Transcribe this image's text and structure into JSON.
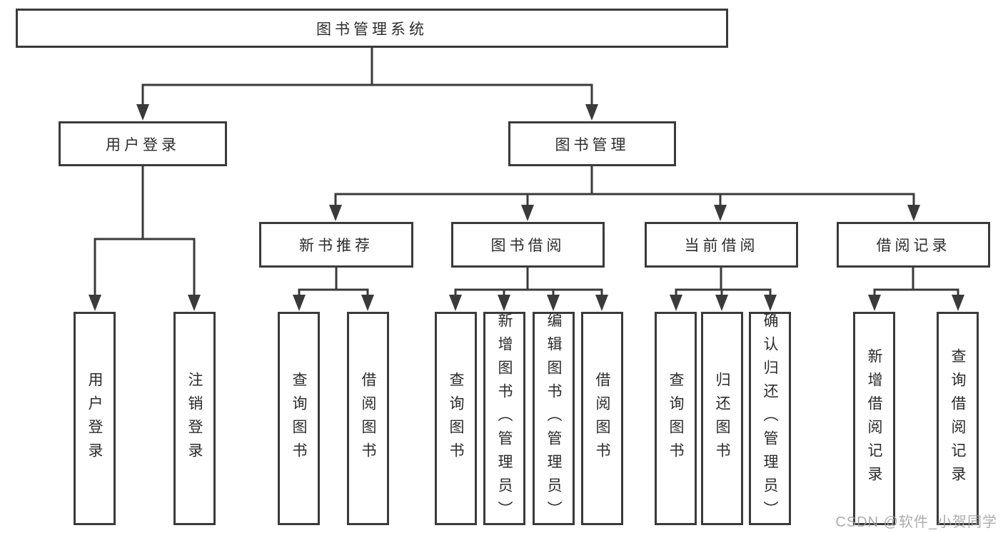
{
  "diagram": {
    "root": {
      "label": "图书管理系统"
    },
    "branches": [
      {
        "label": "用户登录",
        "children": [
          {
            "label": "用户登录"
          },
          {
            "label": "注销登录"
          }
        ]
      },
      {
        "label": "图书管理",
        "children": [
          {
            "label": "新书推荐",
            "children": [
              {
                "label": "查询图书"
              },
              {
                "label": "借阅图书"
              }
            ]
          },
          {
            "label": "图书借阅",
            "children": [
              {
                "label": "查询图书"
              },
              {
                "label": "新增图书（管理员）"
              },
              {
                "label": "编辑图书（管理员）"
              },
              {
                "label": "借阅图书"
              }
            ]
          },
          {
            "label": "当前借阅",
            "children": [
              {
                "label": "查询图书"
              },
              {
                "label": "归还图书"
              },
              {
                "label": "确认归还（管理员）"
              }
            ]
          },
          {
            "label": "借阅记录",
            "children": [
              {
                "label": "新增借阅记录"
              },
              {
                "label": "查询借阅记录"
              }
            ]
          }
        ]
      }
    ]
  },
  "colors": {
    "line": "#3a3a3a",
    "text": "#2b2b2b",
    "watermark": "#9e9e9e"
  },
  "watermark": {
    "text": "CSDN @软件_小贺同学"
  }
}
